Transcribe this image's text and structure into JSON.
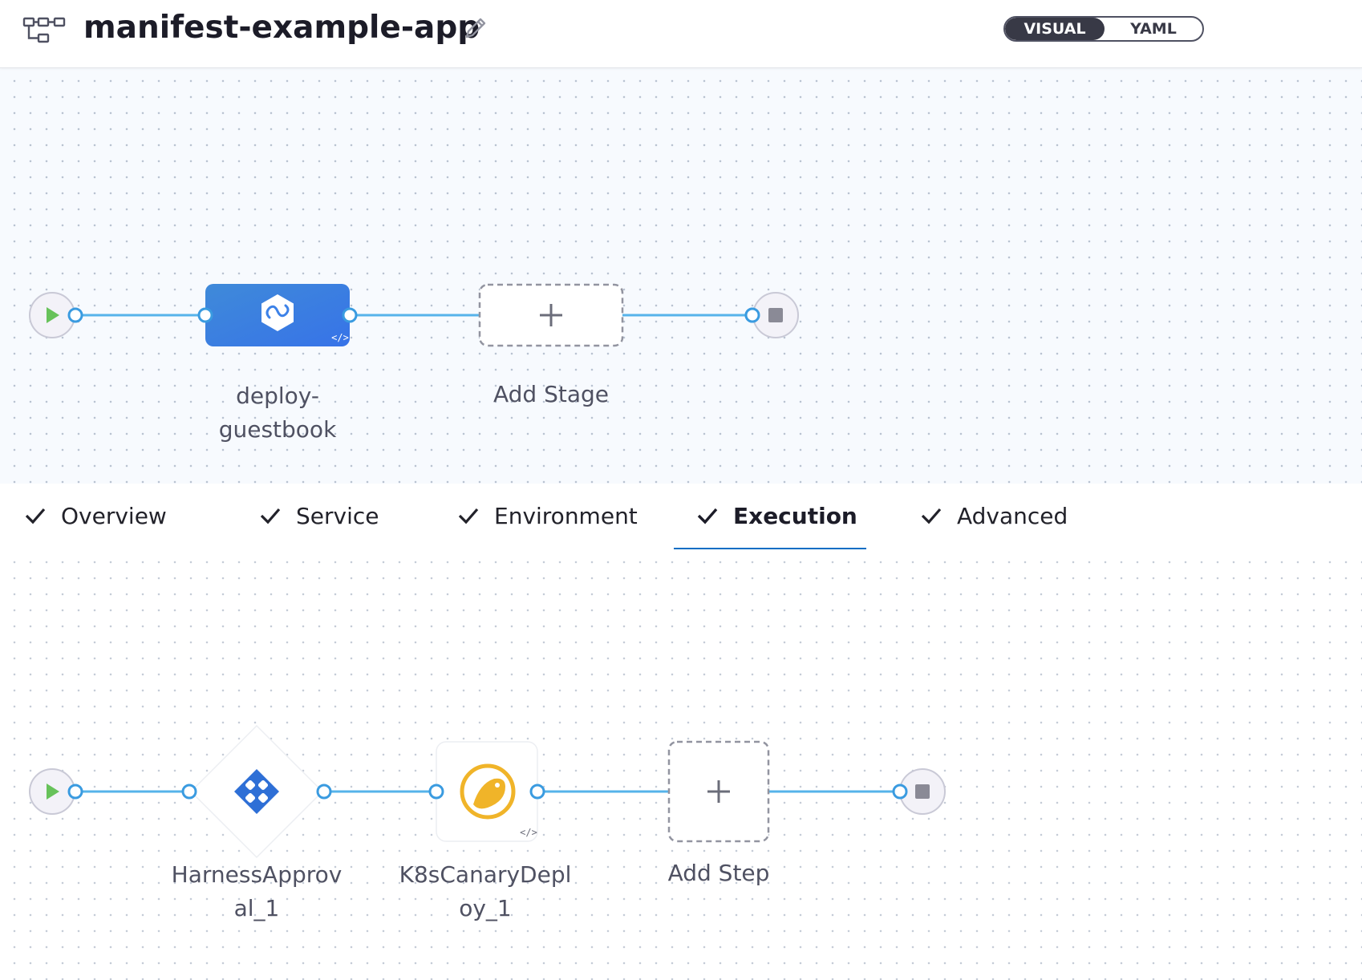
{
  "header": {
    "title": "manifest-example-app",
    "view_toggle": {
      "visual_label": "VISUAL",
      "yaml_label": "YAML",
      "selected": "VISUAL"
    }
  },
  "stage_flow": {
    "stages": [
      {
        "name_line1": "deploy-",
        "name_line2": "guestbook",
        "icon": "deployment-stage-icon",
        "color": "#3d82e8"
      }
    ],
    "add_stage_label": "Add Stage"
  },
  "tabs": [
    {
      "label": "Overview",
      "completed": true
    },
    {
      "label": "Service",
      "completed": true
    },
    {
      "label": "Environment",
      "completed": true
    },
    {
      "label": "Execution",
      "completed": true,
      "active": true
    },
    {
      "label": "Advanced",
      "completed": true
    }
  ],
  "execution_flow": {
    "steps": [
      {
        "name_line1": "HarnessApprov",
        "name_line2": "al_1",
        "icon": "harness-approval-icon",
        "color": "#2e6fd6"
      },
      {
        "name_line1": "K8sCanaryDepl",
        "name_line2": "oy_1",
        "icon": "canary-bird-icon",
        "color": "#f0b429"
      }
    ],
    "add_step_label": "Add Step"
  },
  "colors": {
    "connector": "#56b3ea",
    "port": "#3a9be0",
    "start_play": "#67c25a",
    "end_stop": "#8a8a96"
  }
}
